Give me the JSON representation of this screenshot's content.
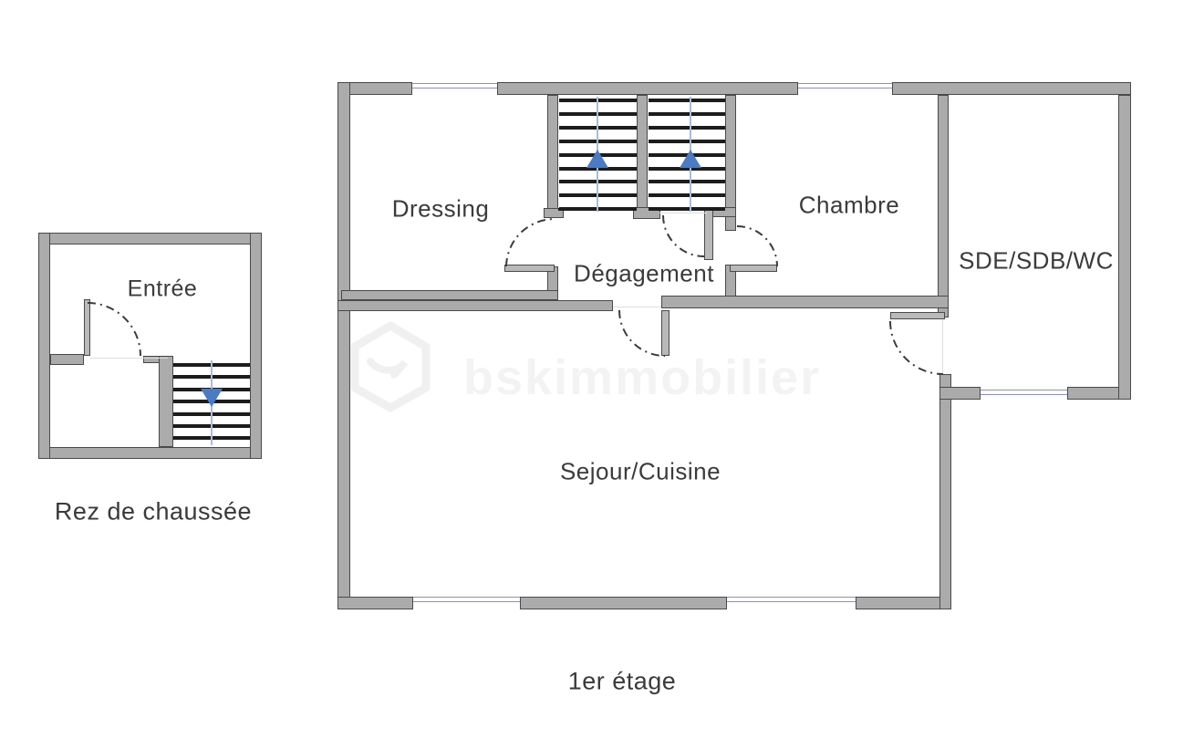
{
  "watermark": {
    "text": "bskimmobilier"
  },
  "ground_floor": {
    "caption": "Rez de chaussée",
    "rooms": {
      "entree": "Entrée"
    },
    "stairs_direction": "down"
  },
  "first_floor": {
    "caption": "1er étage",
    "rooms": {
      "dressing": "Dressing",
      "degagement": "Dégagement",
      "chambre": "Chambre",
      "sde_sdb_wc": "SDE/SDB/WC",
      "sejour_cuisine": "Sejour/Cuisine"
    },
    "stairs_direction": "up"
  },
  "colors": {
    "wall_fill": "#ababab",
    "wall_outline": "#4a4a4a",
    "stair_arrow": "#4a7bc4",
    "window_line": "#8f8fba",
    "label_text": "#3b3b3b",
    "watermark": "#f3f3f3"
  }
}
